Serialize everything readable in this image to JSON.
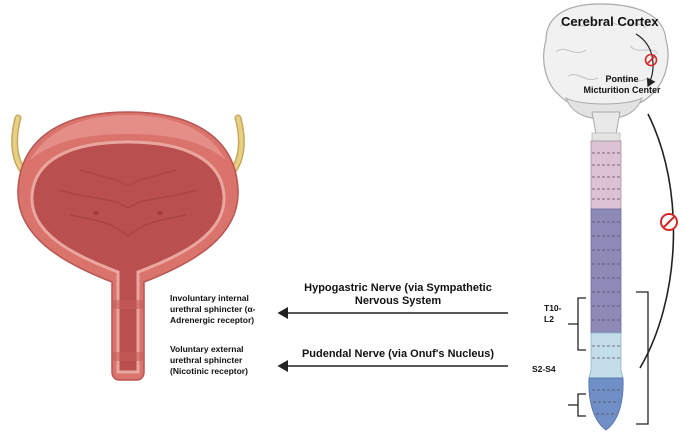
{
  "brain": {
    "cortex_label": "Cerebral Cortex",
    "pmc_label_line1": "Pontine",
    "pmc_label_line2": "Micturition Center"
  },
  "nerves": {
    "hypogastric_line1": "Hypogastric Nerve (via Sympathetic",
    "hypogastric_line2": "Nervous System",
    "pudendal": "Pudendal Nerve (via Onuf's Nucleus)"
  },
  "spinal_levels": {
    "upper_line1": "T10-",
    "upper_line2": "L2",
    "lower": "S2-S4"
  },
  "sphincters": {
    "internal_line1": "Involuntary internal",
    "internal_line2": "urethral sphincter (α-",
    "internal_line3": "Adrenergic receptor)",
    "external_line1": "Voluntary external",
    "external_line2": "urethral sphincter",
    "external_line3": "(Nicotinic receptor)"
  },
  "colors": {
    "bladder_outer": "#d9736c",
    "bladder_inner": "#b94f4e",
    "ureter": "#e2c77a",
    "brain": "#f1f1f1",
    "cord_pink": "#dcc2d3",
    "cord_purple": "#8d8ab8",
    "cord_lightblue": "#c3dde9",
    "cord_blue": "#6f8fc6",
    "inhibit_red": "#d42a2a"
  }
}
